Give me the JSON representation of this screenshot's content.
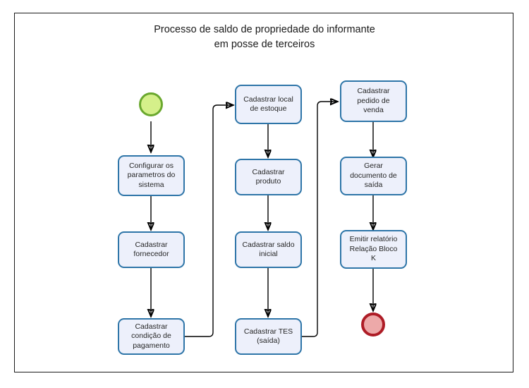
{
  "diagram": {
    "title": "Processo de saldo de propriedade do informante\nem posse de terceiros",
    "colors": {
      "node_fill": "#EDF0FB",
      "node_border": "#2E75A8",
      "start_fill": "#D5F08A",
      "start_border": "#6AA82E",
      "end_fill": "#EDA9A9",
      "end_border": "#AE1C26",
      "edge": "#000000",
      "frame": "#1A1A1A",
      "background": "#FFFFFF"
    },
    "columns": [
      {
        "name": "column-1",
        "nodes": [
          {
            "id": "start",
            "type": "start-event",
            "label": ""
          },
          {
            "id": "n1",
            "type": "task",
            "label": "Configurar os\nparametros do\nsistema"
          },
          {
            "id": "n2",
            "type": "task",
            "label": "Cadastrar\nfornecedor"
          },
          {
            "id": "n3",
            "type": "task",
            "label": "Cadastrar\ncondição de\npagamento"
          }
        ]
      },
      {
        "name": "column-2",
        "nodes": [
          {
            "id": "n4",
            "type": "task",
            "label": "Cadastrar local\nde estoque"
          },
          {
            "id": "n5",
            "type": "task",
            "label": "Cadastrar\nproduto"
          },
          {
            "id": "n6",
            "type": "task",
            "label": "Cadastrar saldo\ninicial"
          },
          {
            "id": "n7",
            "type": "task",
            "label": "Cadastrar TES\n(saída)"
          }
        ]
      },
      {
        "name": "column-3",
        "nodes": [
          {
            "id": "n8",
            "type": "task",
            "label": "Cadastrar\npedido de\nvenda"
          },
          {
            "id": "n9",
            "type": "task",
            "label": "Gerar\ndocumento de\nsaída"
          },
          {
            "id": "n10",
            "type": "task",
            "label": "Emitir relatório\nRelação Bloco\nK"
          },
          {
            "id": "end",
            "type": "end-event",
            "label": ""
          }
        ]
      }
    ],
    "flow_order": [
      "start",
      "n1",
      "n2",
      "n3",
      "n4",
      "n5",
      "n6",
      "n7",
      "n8",
      "n9",
      "n10",
      "end"
    ]
  }
}
